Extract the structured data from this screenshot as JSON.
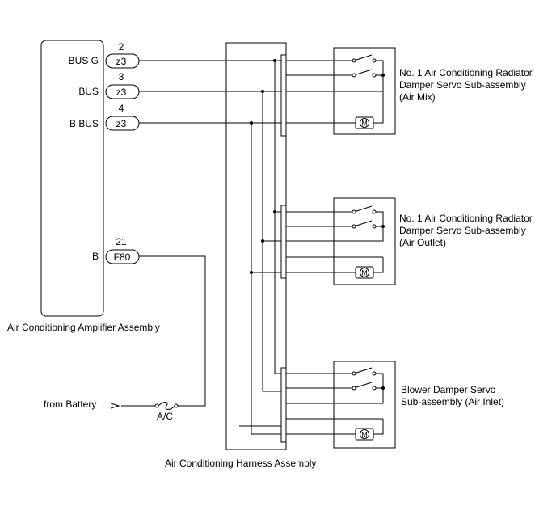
{
  "amplifier": {
    "label": "Air Conditioning Amplifier Assembly",
    "terminals": [
      {
        "name": "BUS G",
        "pin": "2",
        "connector": "z3"
      },
      {
        "name": "BUS",
        "pin": "3",
        "connector": "z3"
      },
      {
        "name": "B BUS",
        "pin": "4",
        "connector": "z3"
      },
      {
        "name": "B",
        "pin": "21",
        "connector": "F80"
      }
    ]
  },
  "harness": {
    "label": "Air Conditioning Harness Assembly"
  },
  "battery": {
    "label": "from Battery",
    "fuse": "A/C"
  },
  "servos": [
    {
      "lines": [
        "No. 1 Air Conditioning Radiator",
        "Damper Servo Sub-assembly",
        "(Air Mix)"
      ],
      "motor": "M"
    },
    {
      "lines": [
        "No. 1 Air Conditioning Radiator",
        "Damper Servo Sub-assembly",
        "(Air Outlet)"
      ],
      "motor": "M"
    },
    {
      "lines": [
        "Blower Damper Servo",
        "Sub-assembly (Air Inlet)"
      ],
      "motor": "M"
    }
  ]
}
